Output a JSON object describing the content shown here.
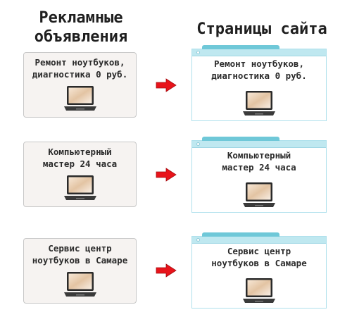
{
  "headings": {
    "ads": "Рекламные\nобъявления",
    "pages": "Страницы сайта"
  },
  "rows": [
    {
      "ad_text": "Ремонт ноутбуков,\nдиагностика 0 руб.",
      "page_text": "Ремонт ноутбуков,\nдиагностика 0 руб."
    },
    {
      "ad_text": "Компьютерный\nмастер 24 часа",
      "page_text": "Компьютерный\nмастер 24 часа"
    },
    {
      "ad_text": "Сервис центр\nноутбуков в Самаре",
      "page_text": "Сервис центр\nноутбуков в Самаре"
    }
  ],
  "colors": {
    "arrow": "#e8131a",
    "browser_frame": "#aee0ec",
    "browser_tab": "#6fc8d8",
    "ad_card_bg": "#f6f3f1"
  },
  "icons": {
    "laptop": "laptop-icon",
    "arrow": "arrow-right-icon"
  }
}
